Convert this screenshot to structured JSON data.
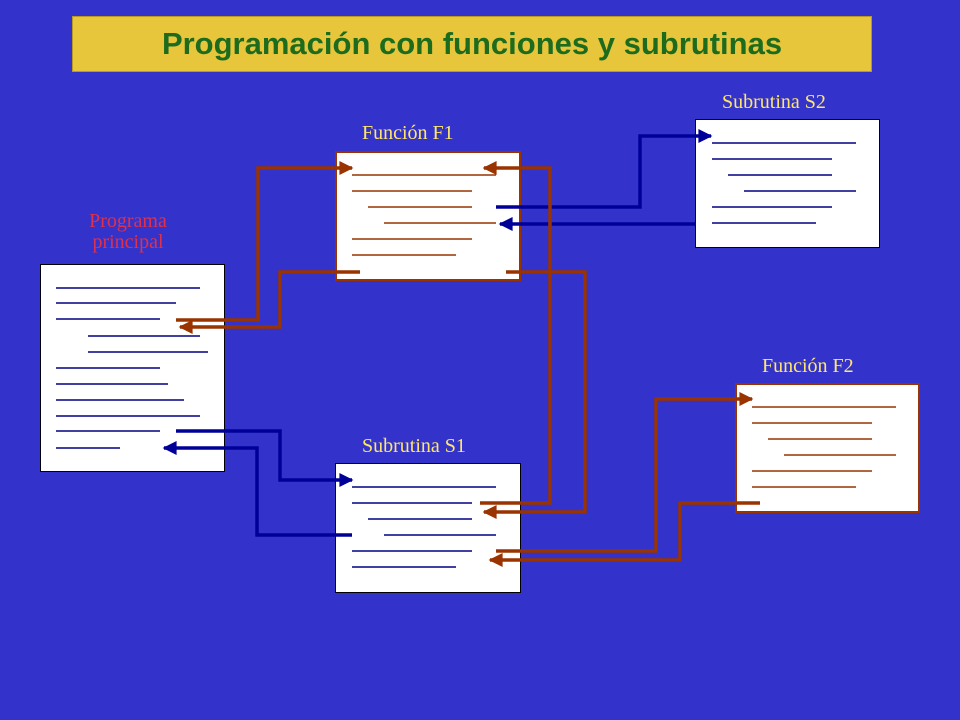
{
  "title": "Programación con funciones y subrutinas",
  "labels": {
    "main": "Programa principal",
    "f1": "Función F1",
    "s1": "Subrutina S1",
    "s2": "Subrutina S2",
    "f2": "Función F2"
  },
  "colors": {
    "background": "#3333cc",
    "title_bg": "#e8c63c",
    "title_text": "#1d6b1d",
    "label_yellow": "#ffe66a",
    "label_red": "#e0304a",
    "code_line_main": "#000080",
    "code_line_brown": "#993300",
    "arrow_brown": "#993300",
    "arrow_blue": "#000099"
  },
  "connections": [
    {
      "from": "main",
      "to": "f1",
      "kind": "call",
      "color": "brown"
    },
    {
      "from": "f1",
      "to": "main",
      "kind": "return",
      "color": "brown"
    },
    {
      "from": "main",
      "to": "s1",
      "kind": "call",
      "color": "blue"
    },
    {
      "from": "s1",
      "to": "main",
      "kind": "return",
      "color": "blue"
    },
    {
      "from": "f1",
      "to": "s2",
      "kind": "call",
      "color": "blue"
    },
    {
      "from": "s2",
      "to": "f1",
      "kind": "return",
      "color": "blue"
    },
    {
      "from": "f1",
      "to": "s1",
      "kind": "call",
      "color": "brown"
    },
    {
      "from": "s1",
      "to": "f1",
      "kind": "return",
      "color": "brown"
    },
    {
      "from": "s1",
      "to": "f2",
      "kind": "call",
      "color": "brown"
    },
    {
      "from": "f2",
      "to": "s1",
      "kind": "return",
      "color": "brown"
    }
  ]
}
